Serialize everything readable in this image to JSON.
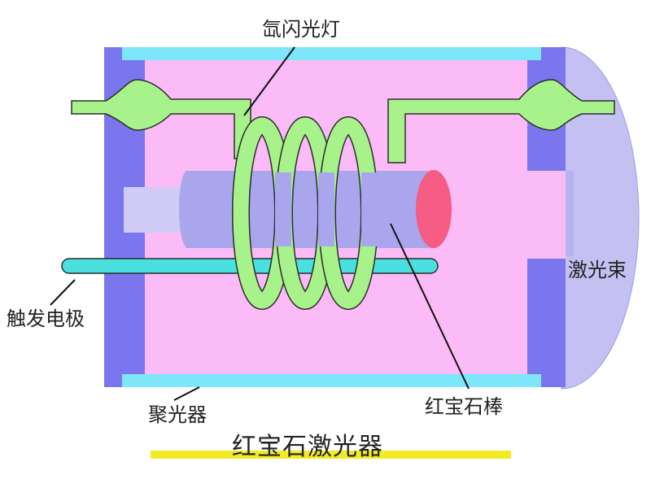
{
  "title": "红宝石激光器",
  "labels": {
    "flash_lamp": "氙闪光灯",
    "laser_beam": "激光束",
    "trigger_electrode": "触发电极",
    "ruby_rod": "红宝石棒",
    "reflector": "聚光器"
  },
  "colors": {
    "cavity_fill": "#fbbbf7",
    "mirror_end": "#7c76ee",
    "reflector_strip": "#7ee6f9",
    "lamp_tube": "#a8f28c",
    "lamp_outline": "#2c2c2c",
    "ruby_body": "#a9a6ee",
    "ruby_end": "#f45c84",
    "rod_stub": "#cfcaf6",
    "beam": "#c4c0f2",
    "electrode": "#4ae0e0",
    "title_bar": "#f2ea22"
  }
}
